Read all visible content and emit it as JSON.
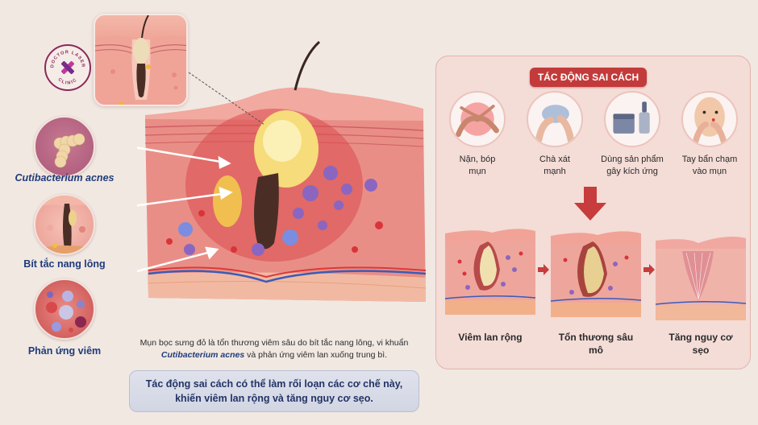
{
  "logo": {
    "top_text": "DOCTOR LASER",
    "bottom_text": "CLINIC",
    "color": "#8a2a5a",
    "accent": "#c0399a"
  },
  "left_callouts": [
    {
      "label": "Cutibacterium acnes",
      "icon": "bacteria-icon"
    },
    {
      "label": "Bít tắc nang lông",
      "icon": "clogged-follicle-icon"
    },
    {
      "label": "Phản ứng viêm",
      "icon": "inflammatory-cells-icon"
    }
  ],
  "main_illustration": {
    "description": "Cross-section of skin with deep inflamed cystic acne lesion"
  },
  "caption": {
    "line1": "Mụn bọc sưng đỏ là tổn thương viêm sâu do bít tắc nang lông, vi khuẩn",
    "species": "Cutibacterium acnes",
    "line2_rest": " và phản ứng viêm lan xuống trung bì."
  },
  "callout_box": {
    "line1": "Tác động sai cách có thể làm rối loạn các cơ chế này,",
    "line2": "khiến viêm lan rộng và tăng nguy cơ sẹo."
  },
  "panel": {
    "title": "TÁC ĐỘNG SAI CÁCH",
    "accent_color": "#c33a3a",
    "actions": [
      {
        "line1": "Nặn, bóp",
        "line2": "mụn",
        "icon": "squeezing-hands-icon"
      },
      {
        "line1": "Chà xát",
        "line2": "mạnh",
        "icon": "scrubbing-icon"
      },
      {
        "line1": "Dùng sản phẩm",
        "line2": "gây kích ứng",
        "icon": "skincare-products-icon"
      },
      {
        "line1": "Tay bẩn chạm",
        "line2": "vào mụn",
        "icon": "touching-face-icon"
      }
    ],
    "outcomes": [
      {
        "line1": "Viêm lan rộng",
        "line2": ""
      },
      {
        "line1": "Tổn thương sâu",
        "line2": "mô"
      },
      {
        "line1": "Tăng nguy cơ",
        "line2": "sẹo"
      }
    ]
  }
}
